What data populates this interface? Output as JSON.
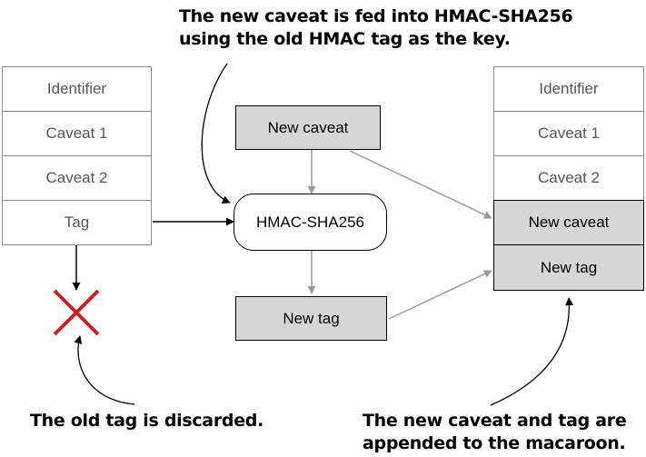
{
  "annotations": {
    "top": [
      "The new caveat is fed into HMAC-SHA256",
      "using the old HMAC tag as the key."
    ],
    "bottom_left": "The old tag is discarded.",
    "bottom_right": [
      "The new caveat and tag are",
      "appended to the macaroon."
    ]
  },
  "left_macaroon": {
    "fields": [
      "Identifier",
      "Caveat 1",
      "Caveat 2",
      "Tag"
    ]
  },
  "right_macaroon": {
    "fields": [
      "Identifier",
      "Caveat 1",
      "Caveat 2"
    ],
    "new_fields": [
      "New caveat",
      "New tag"
    ]
  },
  "process": {
    "new_caveat": "New caveat",
    "hmac": "HMAC-SHA256",
    "new_tag": "New tag"
  },
  "colors": {
    "discard_cross": "#cc1f1f",
    "highlight_fill": "#d6d6d6",
    "arrow_grey": "#9a9a9a"
  }
}
